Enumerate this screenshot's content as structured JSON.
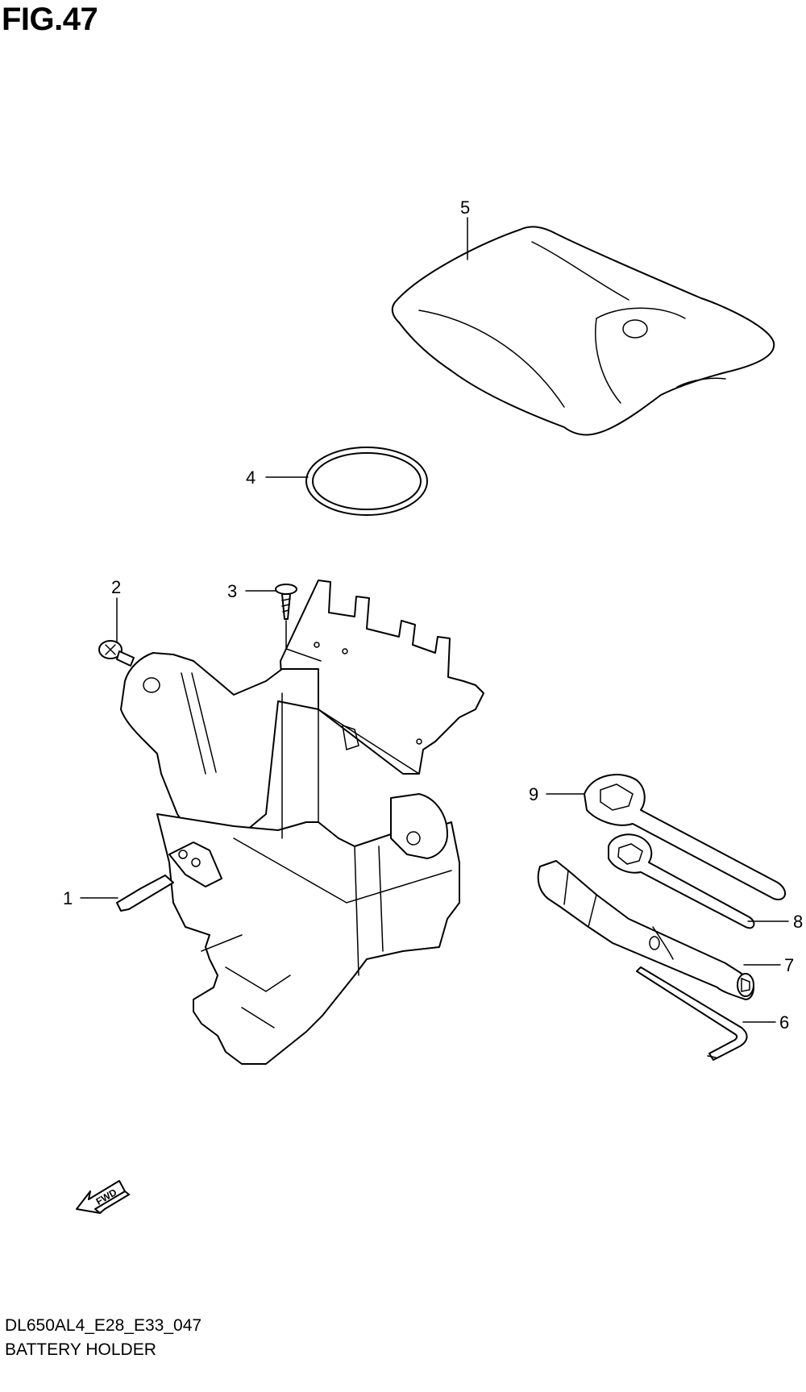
{
  "header": {
    "figure_title": "FIG.47"
  },
  "footer": {
    "diagram_code": "DL650AL4_E28_E33_047",
    "caption": "BATTERY HOLDER"
  },
  "direction_indicator": {
    "label": "FWD"
  },
  "callouts": [
    {
      "id": "1",
      "label": "1"
    },
    {
      "id": "2",
      "label": "2"
    },
    {
      "id": "3",
      "label": "3"
    },
    {
      "id": "4",
      "label": "4"
    },
    {
      "id": "5",
      "label": "5"
    },
    {
      "id": "6",
      "label": "6"
    },
    {
      "id": "7",
      "label": "7"
    },
    {
      "id": "8",
      "label": "8"
    },
    {
      "id": "9",
      "label": "9"
    }
  ]
}
